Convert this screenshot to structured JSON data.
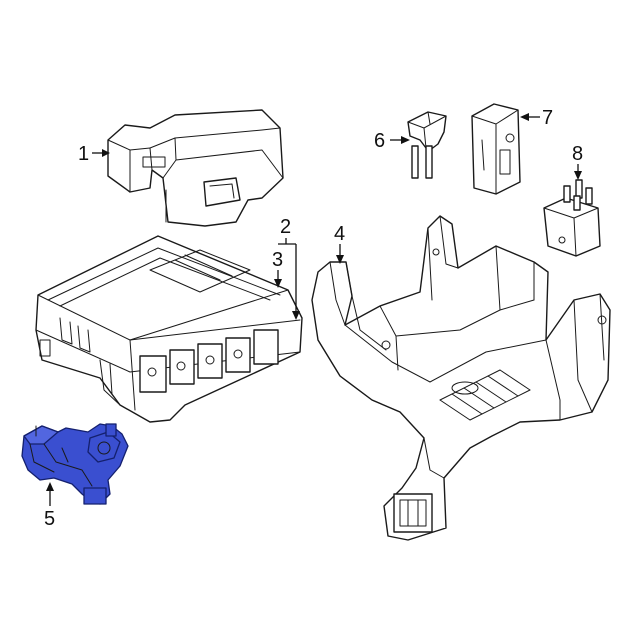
{
  "callouts": {
    "c1": "1",
    "c2": "2",
    "c3": "3",
    "c4": "4",
    "c5": "5",
    "c6": "6",
    "c7": "7",
    "c8": "8"
  },
  "colors": {
    "highlight_fill": "#3a4fd0",
    "highlight_stroke": "#14206e",
    "line": "#1a1a1a",
    "background": "#ffffff"
  }
}
